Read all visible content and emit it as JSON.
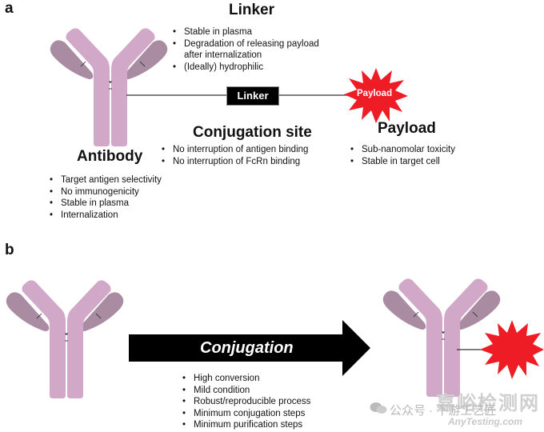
{
  "panel_a": {
    "label": "a",
    "antibody": {
      "title": "Antibody",
      "bullets": [
        "Target antigen selectivity",
        "No immunogenicity",
        "Stable in plasma",
        "Internalization"
      ]
    },
    "linker": {
      "title": "Linker",
      "box_label": "Linker",
      "bullets": [
        "Stable in plasma",
        "Degradation of releasing payload",
        "after internalization",
        "(Ideally) hydrophilic"
      ]
    },
    "conjugation_site": {
      "title": "Conjugation site",
      "bullets": [
        "No interruption of antigen binding",
        "No interruption of FcRn binding"
      ]
    },
    "payload": {
      "title": "Payload",
      "star_label": "Payload",
      "bullets": [
        "Sub-nanomolar toxicity",
        "Stable in target cell"
      ]
    }
  },
  "panel_b": {
    "label": "b",
    "arrow_label": "Conjugation",
    "bullets": [
      "High conversion",
      "Mild condition",
      "Robust/reproducible process",
      "Minimum conjugation steps",
      "Minimum purification steps"
    ]
  },
  "watermark": {
    "line1": "嘉峪检测网",
    "line2": "公众号 · 下游工艺匠",
    "line3": "AnyTesting.com"
  },
  "colors": {
    "heavy_chain": "#d2a8c8",
    "light_chain": "#a98ca2",
    "payload": "#ee1c25",
    "arrow": "#000000"
  }
}
